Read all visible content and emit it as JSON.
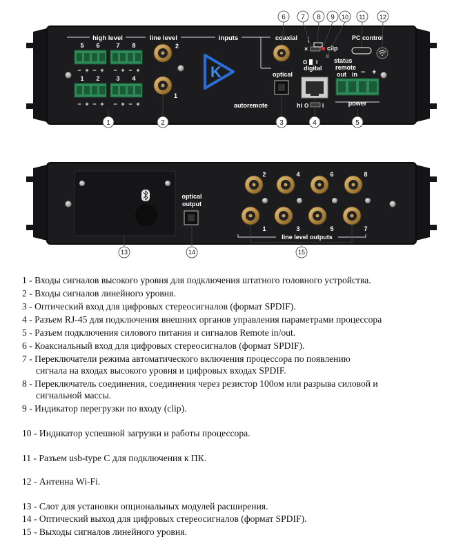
{
  "top_panel": {
    "labels": {
      "high_level": "high level",
      "line_level": "line level",
      "inputs": "inputs",
      "coaxial": "coaxial",
      "optical": "optical",
      "digital": "digital",
      "autoremote": "autoremote",
      "hi": "hi",
      "pc_control": "PC control",
      "clip": "clip",
      "status": "status",
      "remote": "remote",
      "out": "out",
      "in": "in",
      "power": "power",
      "minus": "−",
      "plus": "+",
      "x_mark": "×",
      "o_mark": "O",
      "i_mark": "I",
      "ch5": "5",
      "ch6": "6",
      "ch7": "7",
      "ch8": "8",
      "ch1": "1",
      "ch2": "2",
      "ch3": "3",
      "ch4": "4",
      "line_in_2": "2",
      "line_in_1": "1",
      "logo": "K"
    },
    "callouts_top": [
      "6",
      "7",
      "8",
      "9",
      "10",
      "11",
      "12"
    ],
    "callouts_bottom": [
      "1",
      "2",
      "3",
      "4",
      "5"
    ]
  },
  "bottom_panel": {
    "labels": {
      "optical_output_1": "optical",
      "optical_output_2": "output",
      "line_level_outputs": "line level outputs",
      "out2": "2",
      "out4": "4",
      "out6": "6",
      "out8": "8",
      "out1": "1",
      "out3": "3",
      "out5": "5",
      "out7": "7"
    },
    "callouts": [
      "13",
      "14",
      "15"
    ]
  },
  "legend": [
    "1 - Входы сигналов высокого уровня для подключения штатного головного устройства.",
    "2 - Входы сигналов линейного уровня.",
    "3 - Оптический вход для цифровых стереосигналов (формат SPDIF).",
    "4 - Разъем RJ-45 для подключения внешних органов управления параметрами процессора",
    "5 - Разъем подключения силового питания и сигналов Remote in/out.",
    "6 - Коаксиальный вход для цифровых стереосигналов (формат SPDIF).",
    "7 - Переключатели режима автоматического включения процессора по появлению",
    "сигнала на входах высокого уровня и цифровых входах SPDIF.",
    "8 - Переключатель соединения, соединения через резистор 100ом или разрыва силовой и",
    "сигнальной массы.",
    "9 - Индикатор перегрузки по входу (clip).",
    "10 - Индикатор успешной загрузки и работы процессора.",
    "11 - Разъем usb-type C для подключения к ПК.",
    "12 - Антенна Wi-Fi.",
    "13 - Слот для установки опциональных модулей расширения.",
    "14 - Оптический выход для цифровых стереосигналов (формат SPDIF).",
    "15 - Выходы сигналов линейного уровня."
  ],
  "colors": {
    "chassis": "#1c1c1e",
    "chassis_edge": "#0b0b0c",
    "terminal_green": "#2e8b57",
    "logo_blue": "#2a6fd6",
    "gold": "#c8a15a"
  }
}
